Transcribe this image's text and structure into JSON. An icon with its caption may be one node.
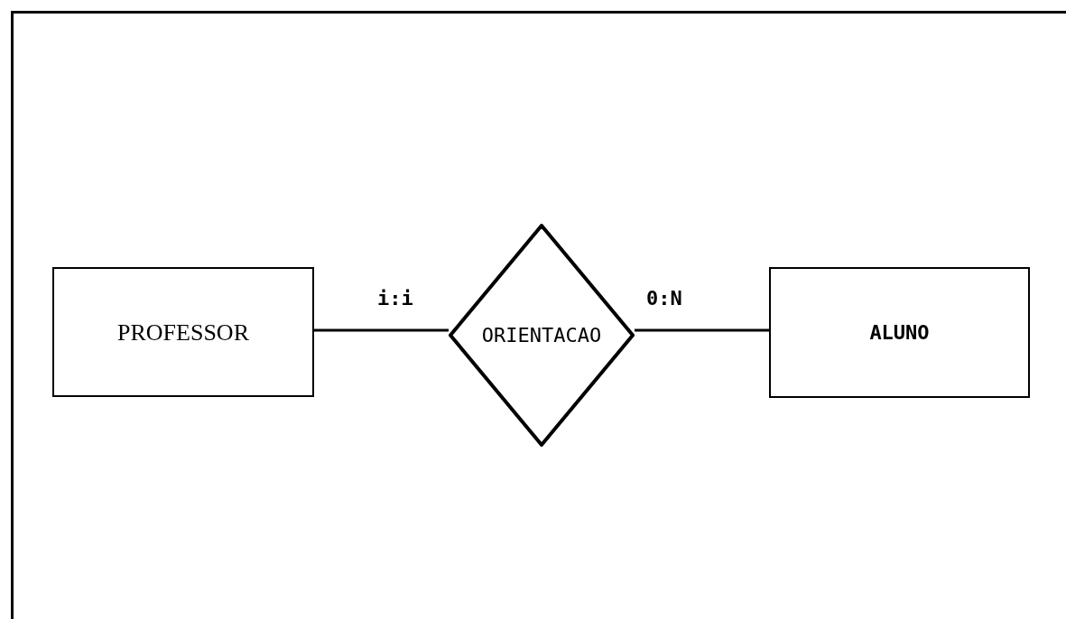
{
  "diagram": {
    "nodes": [
      {
        "text": [
          "PROFESSOR"
        ]
      },
      {
        "text": [
          "ORIENTACAO"
        ]
      },
      {
        "text": [
          "ALUNO"
        ]
      }
    ],
    "edges": [
      {
        "from": 0,
        "to": 1,
        "arrow": "none",
        "label": "i:i"
      },
      {
        "from": 1,
        "to": 2,
        "arrow": "none",
        "label": "0:N"
      }
    ]
  }
}
